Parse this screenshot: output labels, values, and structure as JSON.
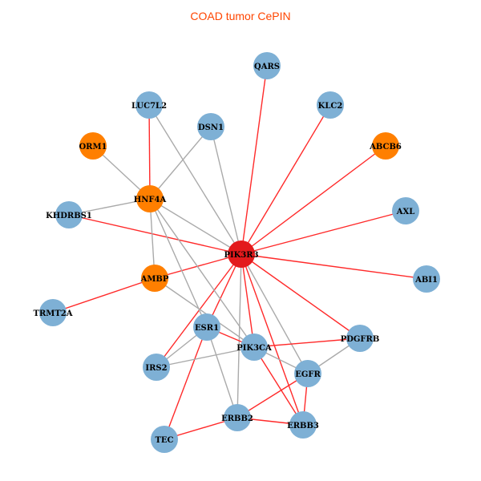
{
  "title": "COAD tumor CePIN",
  "colors": {
    "hub": "#e31a1c",
    "orange": "#ff7f00",
    "blue": "#7eb0d5",
    "red_edge": "#ff2a2a",
    "grey_edge": "#aaaaaa"
  },
  "nodes": [
    {
      "id": "QARS",
      "type": "blue"
    },
    {
      "id": "LUC7L2",
      "type": "blue"
    },
    {
      "id": "KLC2",
      "type": "blue"
    },
    {
      "id": "DSN1",
      "type": "blue"
    },
    {
      "id": "ORM1",
      "type": "orange"
    },
    {
      "id": "ABCB6",
      "type": "orange"
    },
    {
      "id": "HNF4A",
      "type": "orange"
    },
    {
      "id": "AXL",
      "type": "blue"
    },
    {
      "id": "KHDRBS1",
      "type": "blue"
    },
    {
      "id": "PIK3R3",
      "type": "hub"
    },
    {
      "id": "ABI1",
      "type": "blue"
    },
    {
      "id": "AMBP",
      "type": "orange"
    },
    {
      "id": "TRMT2A",
      "type": "blue"
    },
    {
      "id": "ESR1",
      "type": "blue"
    },
    {
      "id": "PDGFRB",
      "type": "blue"
    },
    {
      "id": "PIK3CA",
      "type": "blue"
    },
    {
      "id": "IRS2",
      "type": "blue"
    },
    {
      "id": "EGFR",
      "type": "blue"
    },
    {
      "id": "ERBB2",
      "type": "blue"
    },
    {
      "id": "ERBB3",
      "type": "blue"
    },
    {
      "id": "TEC",
      "type": "blue"
    }
  ],
  "edges": [
    [
      "PIK3R3",
      "QARS",
      "red"
    ],
    [
      "PIK3R3",
      "KLC2",
      "red"
    ],
    [
      "PIK3R3",
      "ABCB6",
      "red"
    ],
    [
      "PIK3R3",
      "AXL",
      "red"
    ],
    [
      "PIK3R3",
      "ABI1",
      "red"
    ],
    [
      "PIK3R3",
      "KHDRBS1",
      "red"
    ],
    [
      "PIK3R3",
      "AMBP",
      "red"
    ],
    [
      "PIK3R3",
      "PDGFRB",
      "red"
    ],
    [
      "PIK3R3",
      "PIK3CA",
      "red"
    ],
    [
      "PIK3R3",
      "ERBB3",
      "red"
    ],
    [
      "PIK3R3",
      "ESR1",
      "red"
    ],
    [
      "PIK3R3",
      "IRS2",
      "red"
    ],
    [
      "PIK3R3",
      "EGFR",
      "grey"
    ],
    [
      "PIK3R3",
      "ERBB2",
      "grey"
    ],
    [
      "PIK3R3",
      "HNF4A",
      "grey"
    ],
    [
      "PIK3R3",
      "LUC7L2",
      "grey"
    ],
    [
      "PIK3R3",
      "DSN1",
      "grey"
    ],
    [
      "LUC7L2",
      "HNF4A",
      "red"
    ],
    [
      "AMBP",
      "TRMT2A",
      "red"
    ],
    [
      "ESR1",
      "TEC",
      "red"
    ],
    [
      "ESR1",
      "PIK3CA",
      "red"
    ],
    [
      "PIK3CA",
      "PDGFRB",
      "red"
    ],
    [
      "PIK3CA",
      "ERBB3",
      "red"
    ],
    [
      "EGFR",
      "ERBB2",
      "red"
    ],
    [
      "EGFR",
      "ERBB3",
      "red"
    ],
    [
      "ERBB2",
      "ERBB3",
      "red"
    ],
    [
      "TEC",
      "ERBB2",
      "red"
    ],
    [
      "ORM1",
      "HNF4A",
      "grey"
    ],
    [
      "DSN1",
      "HNF4A",
      "grey"
    ],
    [
      "KHDRBS1",
      "HNF4A",
      "grey"
    ],
    [
      "HNF4A",
      "AMBP",
      "grey"
    ],
    [
      "HNF4A",
      "ESR1",
      "grey"
    ],
    [
      "HNF4A",
      "PIK3CA",
      "grey"
    ],
    [
      "AMBP",
      "PIK3CA",
      "grey"
    ],
    [
      "IRS2",
      "ESR1",
      "grey"
    ],
    [
      "IRS2",
      "PIK3CA",
      "grey"
    ],
    [
      "ESR1",
      "ERBB2",
      "grey"
    ],
    [
      "PIK3CA",
      "EGFR",
      "grey"
    ],
    [
      "PDGFRB",
      "EGFR",
      "grey"
    ]
  ]
}
